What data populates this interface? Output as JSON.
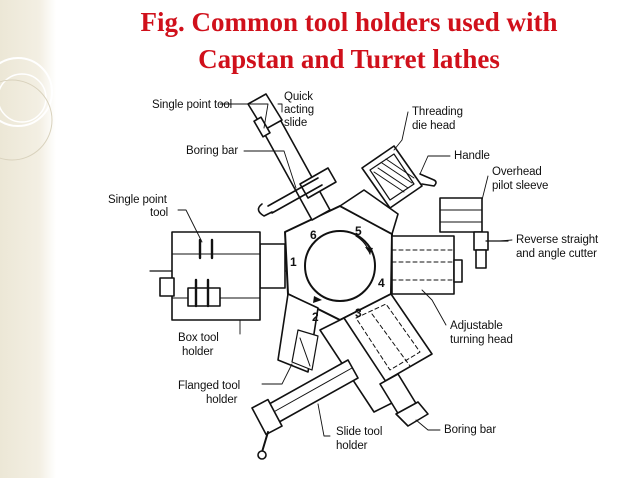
{
  "title": {
    "line1": "Fig. Common tool holders used with",
    "line2": "Capstan and Turret lathes"
  },
  "colors": {
    "title": "#d0101b",
    "band": "#ece7d6",
    "ink": "#111111"
  },
  "labels": {
    "single_point_tool_top": "Single point tool",
    "quick_acting_slide_1": "Quick",
    "quick_acting_slide_2": "acting",
    "quick_acting_slide_3": "slide",
    "threading_die_head_1": "Threading",
    "threading_die_head_2": "die head",
    "boring_bar_top": "Boring bar",
    "handle": "Handle",
    "overhead_pilot_sleeve_1": "Overhead",
    "overhead_pilot_sleeve_2": "pilot sleeve",
    "single_point_tool_left_1": "Single point",
    "single_point_tool_left_2": "tool",
    "reverse_straight_1": "Reverse straight",
    "reverse_straight_2": "and angle cutter",
    "box_tool_holder_1": "Box tool",
    "box_tool_holder_2": "holder",
    "adjustable_turning_head_1": "Adjustable",
    "adjustable_turning_head_2": "turning head",
    "flanged_tool_holder_1": "Flanged tool",
    "flanged_tool_holder_2": "holder",
    "slide_tool_holder_1": "Slide tool",
    "slide_tool_holder_2": "holder",
    "boring_bar_bottom": "Boring bar"
  },
  "face_numbers": [
    "1",
    "2",
    "3",
    "4",
    "5",
    "6"
  ]
}
